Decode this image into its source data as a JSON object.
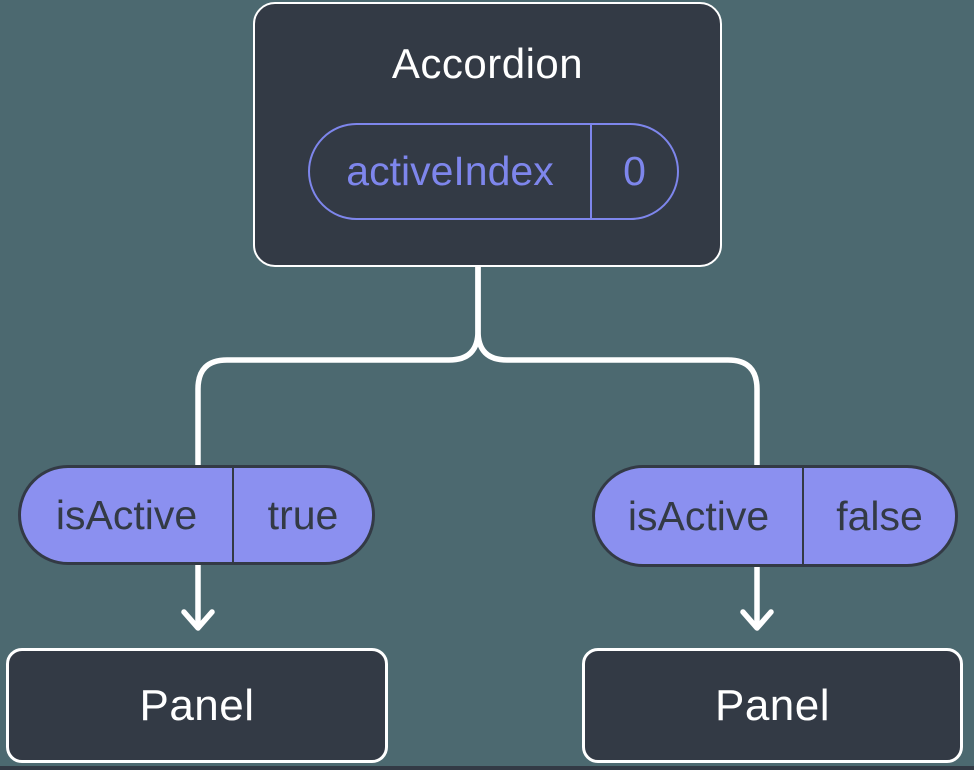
{
  "diagram": {
    "type": "component-tree",
    "colors": {
      "background": "#4C6970",
      "node_fill": "#333A45",
      "node_border": "#FFFFFF",
      "connector_line": "#FFFFFF",
      "accent_purple": "#7E86EC",
      "pill_fill": "#8B90F0",
      "pill_text": "#333A45",
      "title_text": "#FFFFFF"
    },
    "root": {
      "title": "Accordion",
      "state_pill": {
        "name": "activeIndex",
        "value": "0"
      }
    },
    "branches": [
      {
        "prop_pill": {
          "name": "isActive",
          "value": "true"
        },
        "child": {
          "title": "Panel"
        }
      },
      {
        "prop_pill": {
          "name": "isActive",
          "value": "false"
        },
        "child": {
          "title": "Panel"
        }
      }
    ]
  }
}
